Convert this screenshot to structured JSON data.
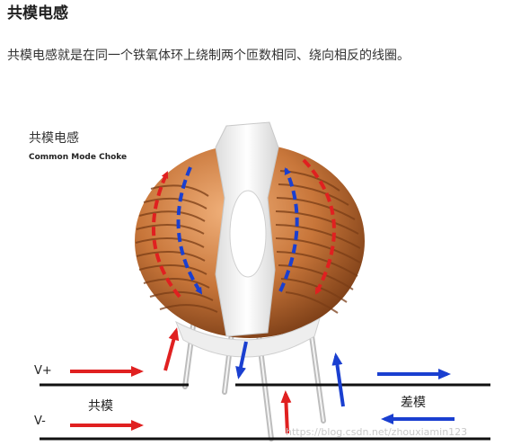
{
  "heading": "共模电感",
  "paragraph": "共模电感就是在同一个铁氧体环上绕制两个匝数相同、绕向相反的线圈。",
  "figure": {
    "title_cn": "共模电感",
    "title_en": "Common Mode Choke",
    "line_pos": "V+",
    "line_neg": "V-",
    "label_common": "共模",
    "label_diff": "差模",
    "watermark": "https://blog.csdn.net/zhouxiamin123",
    "colors": {
      "copper": "#c8763a",
      "copper_dark": "#8a4a1e",
      "arrow_red": "#e02020",
      "arrow_blue": "#1a3fd0",
      "core": "#f2f2f2"
    }
  }
}
